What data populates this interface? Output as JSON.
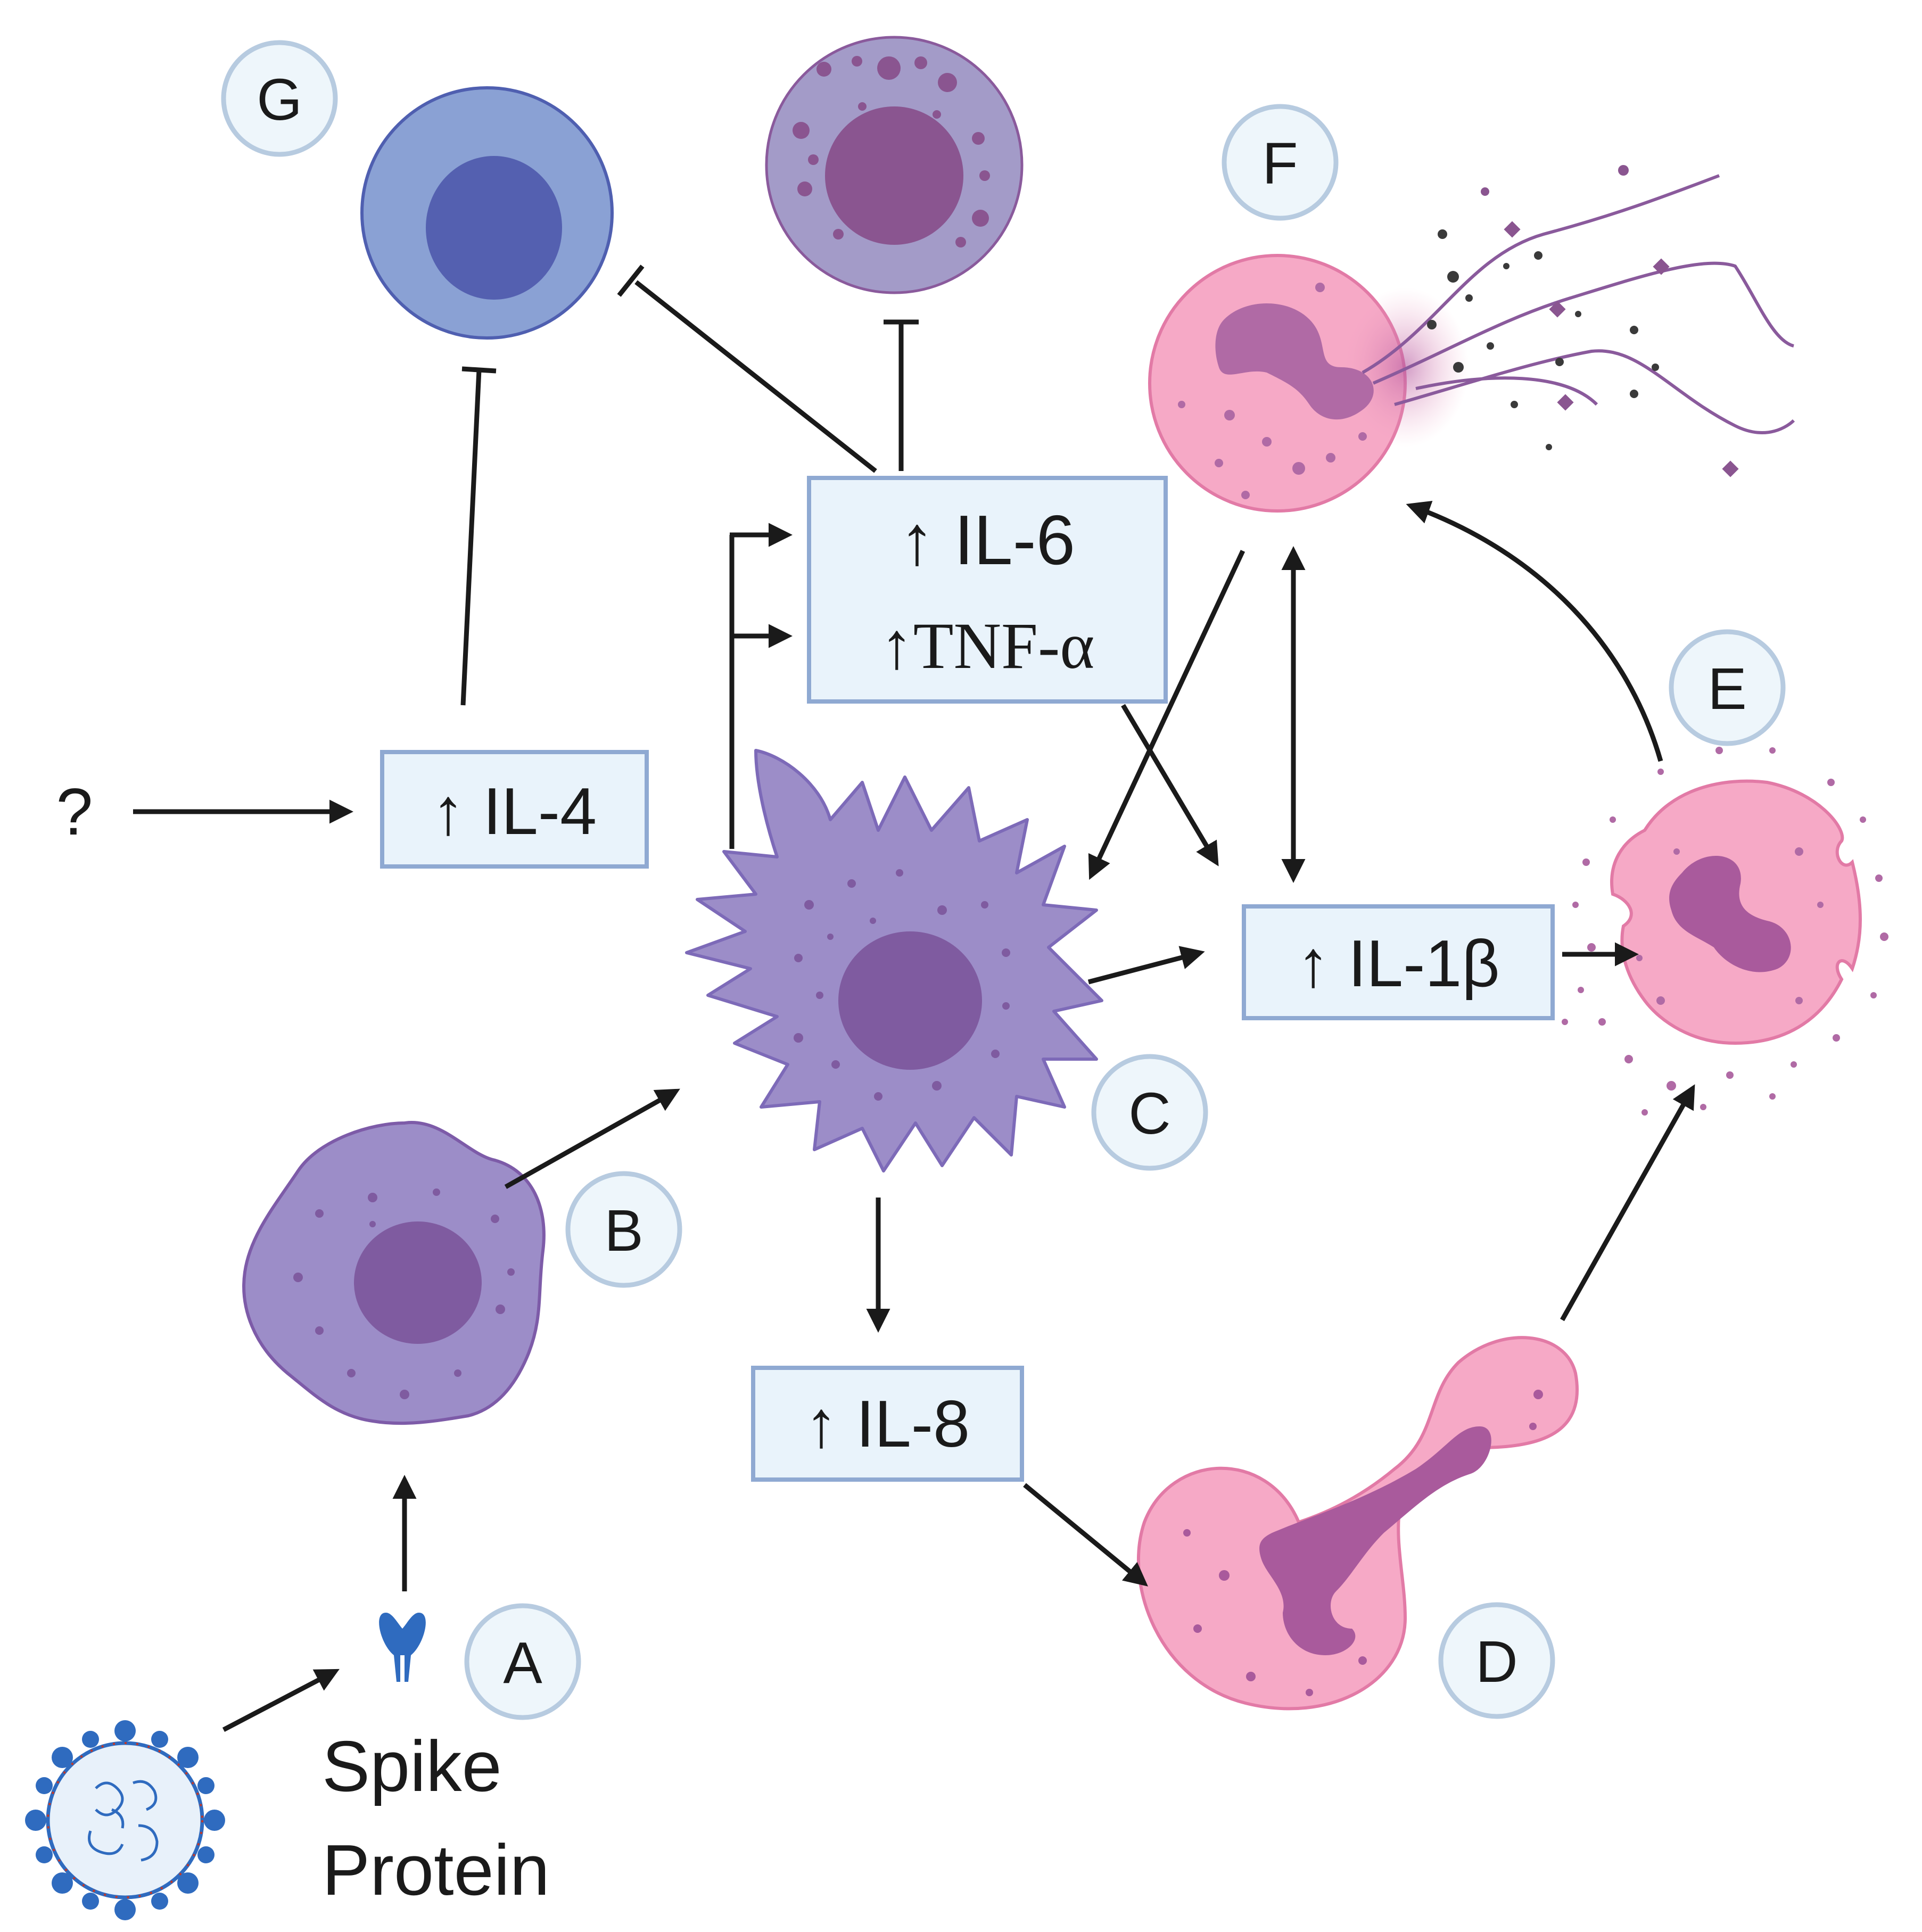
{
  "labels": {
    "a": "A",
    "b": "B",
    "c": "C",
    "d": "D",
    "e": "E",
    "f": "F",
    "g": "G"
  },
  "boxes": {
    "il6": "↑ IL-6",
    "tnf": "↑TNF-α",
    "il4": "↑ IL-4",
    "il1b": "↑ IL-1β",
    "il8": "↑ IL-8"
  },
  "text": {
    "question": "?",
    "spike_line1": "Spike",
    "spike_line2": "Protein"
  },
  "colors": {
    "arrow": "#1a1a1a",
    "box_fill": "#e9f3fb",
    "box_stroke": "#8fa9d2",
    "badge_fill": "#eef6fb",
    "badge_stroke": "#b7cbe0",
    "lymphocyte_outer": "#8aa1d4",
    "lymphocyte_inner": "#5460b0",
    "monocyte_fill": "#9c8dc8",
    "monocyte_nucleus": "#7f5ba0",
    "neutrophil_fill": "#f6a9c6",
    "neutrophil_nucleus": "#a95a9c",
    "virus_blue": "#2f6bbf"
  }
}
